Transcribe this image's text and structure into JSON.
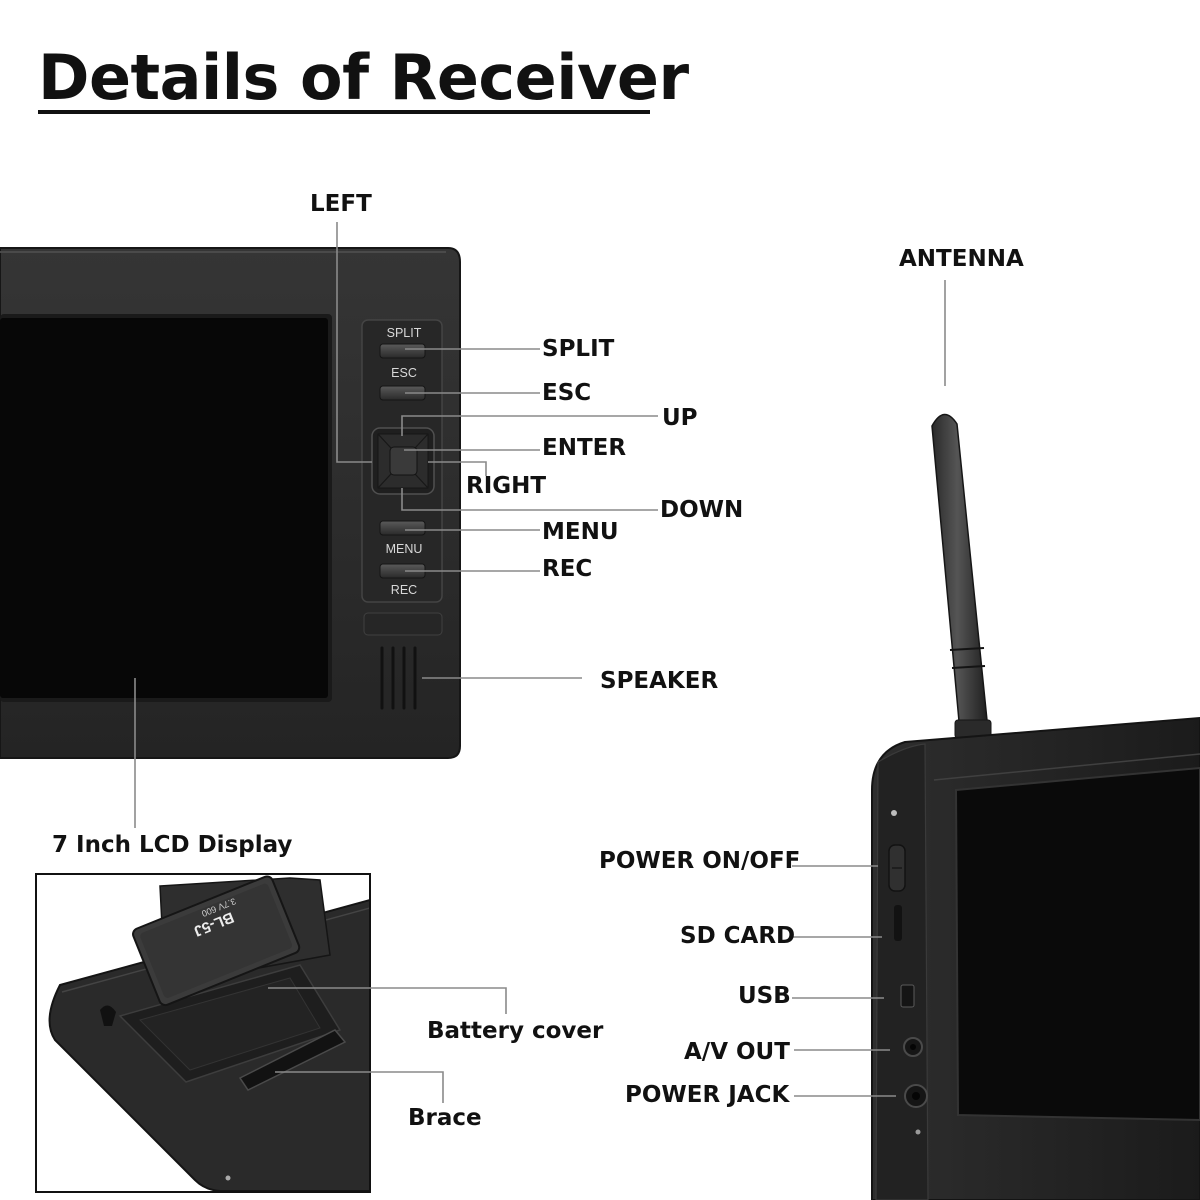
{
  "title": "Details of Receiver",
  "colors": {
    "device_body": "#2b2b2b",
    "device_edge": "#1a1a1a",
    "screen": "#080808",
    "leader_line": "#8a8a8a",
    "text": "#111111"
  },
  "front_panel": {
    "buttons": {
      "split": "SPLIT",
      "esc": "ESC",
      "menu": "MENU",
      "rec": "REC"
    }
  },
  "callouts": {
    "left": "LEFT",
    "split": "SPLIT",
    "esc": "ESC",
    "up": "UP",
    "enter": "ENTER",
    "right": "RIGHT",
    "down": "DOWN",
    "menu": "MENU",
    "rec": "REC",
    "speaker": "SPEAKER",
    "lcd_display": "7 Inch LCD Display",
    "antenna": "ANTENNA",
    "power_switch": "POWER ON/OFF",
    "sd_card": "SD CARD",
    "usb": "USB",
    "av_out": "A/V OUT",
    "power_jack": "POWER JACK",
    "battery_cover": "Battery cover",
    "brace": "Brace"
  },
  "inset": {
    "battery_label": "BL-5J",
    "battery_sublabel": "3.7V 600"
  }
}
